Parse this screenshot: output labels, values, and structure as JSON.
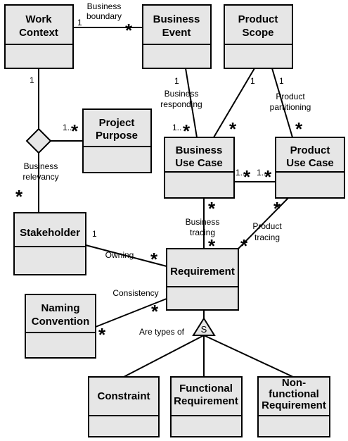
{
  "classes": {
    "work_context": {
      "line1": "Work",
      "line2": "Context"
    },
    "business_event": {
      "line1": "Business",
      "line2": "Event"
    },
    "product_scope": {
      "line1": "Product",
      "line2": "Scope"
    },
    "project_purpose": {
      "line1": "Project",
      "line2": "Purpose"
    },
    "business_use_case": {
      "line1": "Business",
      "line2": "Use Case"
    },
    "product_use_case": {
      "line1": "Product",
      "line2": "Use Case"
    },
    "stakeholder": {
      "line1": "Stakeholder"
    },
    "requirement": {
      "line1": "Requirement"
    },
    "naming_convention": {
      "line1": "Naming",
      "line2": "Convention"
    },
    "constraint": {
      "line1": "Constraint"
    },
    "functional_requirement": {
      "line1": "Functional",
      "line2": "Requirement"
    },
    "nonfunctional_requirement": {
      "line1": "Non-",
      "line2": "functional",
      "line3": "Requirement"
    }
  },
  "associations": {
    "business_boundary": {
      "line1": "Business",
      "line2": "boundary"
    },
    "business_responding": {
      "line1": "Business",
      "line2": "responding"
    },
    "product_partitioning": {
      "line1": "Product",
      "line2": "partitioning"
    },
    "business_relevancy": {
      "line1": "Business",
      "line2": "relevancy"
    },
    "business_tracing": {
      "line1": "Business",
      "line2": "tracing"
    },
    "product_tracing": {
      "line1": "Product",
      "line2": "tracing"
    },
    "owning": "Owning",
    "consistency": "Consistency",
    "are_types_of": "Are types of",
    "generalization_symbol": "S"
  },
  "multiplicities": {
    "one": "1",
    "one_to_many": "1..",
    "many": "*"
  }
}
